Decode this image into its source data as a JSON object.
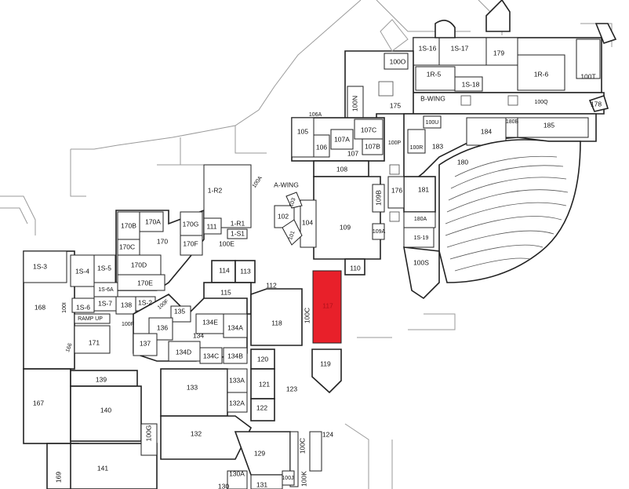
{
  "highlight": {
    "room": "117",
    "color": "#e8202a"
  },
  "wings": {
    "a": "A-WING",
    "b": "B-WING"
  },
  "rooms": {
    "r1s16": "1S-16",
    "r1s17": "1S-17",
    "r179": "179",
    "r1r5": "1R-5",
    "r1s18": "1S-18",
    "r1r6": "1R-6",
    "r100t": "100T",
    "r100o": "100O",
    "r100n": "100N",
    "r175": "175",
    "r100q": "100Q",
    "r178": "178",
    "r106a": "106A",
    "r105": "105",
    "r106": "106",
    "r107a": "107A",
    "r107c": "107C",
    "r107b": "107B",
    "r107": "107",
    "r100u": "100U",
    "r100p": "100P",
    "r100r": "100R",
    "r183": "183",
    "r184": "184",
    "r180b": "180B",
    "r185": "185",
    "r180": "180",
    "r108": "108",
    "r100a": "100A",
    "r1r2": "1-R2",
    "r1r1": "1-R1",
    "r1s1": "1-S1",
    "r109b": "109B",
    "r176": "176",
    "r181": "181",
    "r103": "103",
    "r102": "102",
    "r104": "104",
    "r101": "101",
    "r109": "109",
    "r109a": "109A",
    "r180a": "180A",
    "r1s19": "1S-19",
    "r100s": "100S",
    "r110": "110",
    "r170b": "170B",
    "r170a": "170A",
    "r170g": "170G",
    "r111": "111",
    "r170": "170",
    "r170c": "170C",
    "r170f": "170F",
    "r100e": "100E",
    "r170d": "170D",
    "r170e": "170E",
    "r114": "114",
    "r113": "113",
    "r112": "112",
    "r115": "115",
    "r1s3": "1S-3",
    "r1s4": "1S-4",
    "r1s5": "1S-5",
    "r1s6a": "1S-6A",
    "r1s6": "1S-6",
    "r1s7": "1S-7",
    "r138": "138",
    "r1s2": "1S-2",
    "r100f_a": "100F",
    "r168": "168",
    "r100i": "100I",
    "ramp": "RAMP UP",
    "r100f_b": "100F",
    "r135": "135",
    "r134e": "134E",
    "r134a": "134A",
    "r118": "118",
    "r100c_a": "100C",
    "r117": "117",
    "r136": "136",
    "r134": "134",
    "r171": "171",
    "r137": "137",
    "r166": "166",
    "r134d": "134D",
    "r134c": "134C",
    "r134b": "134B",
    "r120": "120",
    "r119": "119",
    "r139": "139",
    "r133a": "133A",
    "r121": "121",
    "r123": "123",
    "r167": "167",
    "r133": "133",
    "r140": "140",
    "r132a": "132A",
    "r122": "122",
    "r100g": "100G",
    "r132": "132",
    "r124": "124",
    "r129": "129",
    "r100c_b": "100C",
    "r141": "141",
    "r169": "169",
    "r130a": "130A",
    "r130": "130",
    "r131": "131",
    "r100j": "100J",
    "r100k": "100K"
  }
}
